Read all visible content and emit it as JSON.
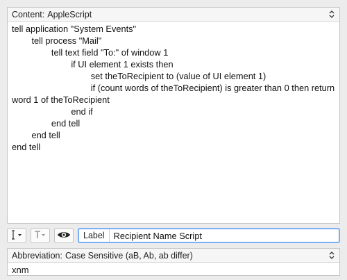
{
  "content": {
    "label": "Content:",
    "type": "AppleScript",
    "lines": [
      "tell application \"System Events\"",
      "        tell process \"Mail\"",
      "                tell text field \"To:\" of window 1",
      "                        if UI element 1 exists then",
      "                                set theToRecipient to (value of UI element 1)",
      "                                if (count words of theToRecipient) is greater than 0 then return",
      "word 1 of theToRecipient",
      "                        end if",
      "                end tell",
      "        end tell",
      "end tell"
    ]
  },
  "toolbar": {
    "cursor_icon": "text-cursor-icon",
    "text_icon": "text-format-icon",
    "preview_icon": "eye-icon",
    "label_tag": "Label",
    "label_value": "Recipient Name Script"
  },
  "abbreviation": {
    "label": "Abbreviation:",
    "mode": "Case Sensitive (aB, Ab, ab differ)",
    "value": "xnm"
  }
}
